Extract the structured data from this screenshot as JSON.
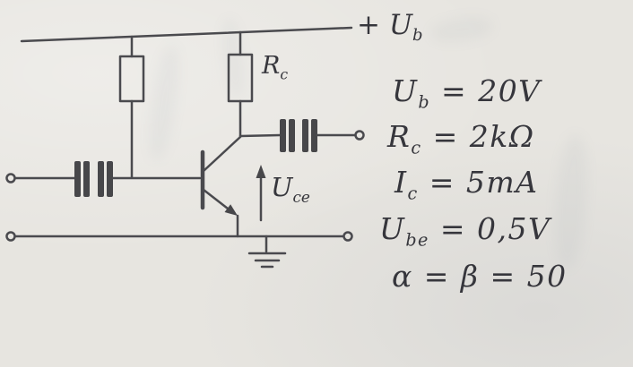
{
  "sketch": {
    "kind": "hand-drawn transistor amplifier circuit",
    "pencil_color": "#3d3d42",
    "paper_color": "#e7e5e0"
  },
  "circuit": {
    "supply_label": {
      "main": "+ U",
      "sub": "b"
    },
    "rc_label": {
      "main": "R",
      "sub": "c"
    },
    "uce_label": {
      "main": "U",
      "sub": "ce"
    }
  },
  "equations": [
    {
      "sym": "U",
      "sub": "b",
      "rest": " = 20V"
    },
    {
      "sym": "R",
      "sub": "c",
      "rest": " = 2kΩ"
    },
    {
      "sym": "I",
      "sub": "c",
      "rest": " = 5mA"
    },
    {
      "sym": "U",
      "sub": "be",
      "rest": " = 0,5V"
    },
    {
      "sym": "α",
      "sub": "",
      "rest": " = β = 50"
    }
  ]
}
